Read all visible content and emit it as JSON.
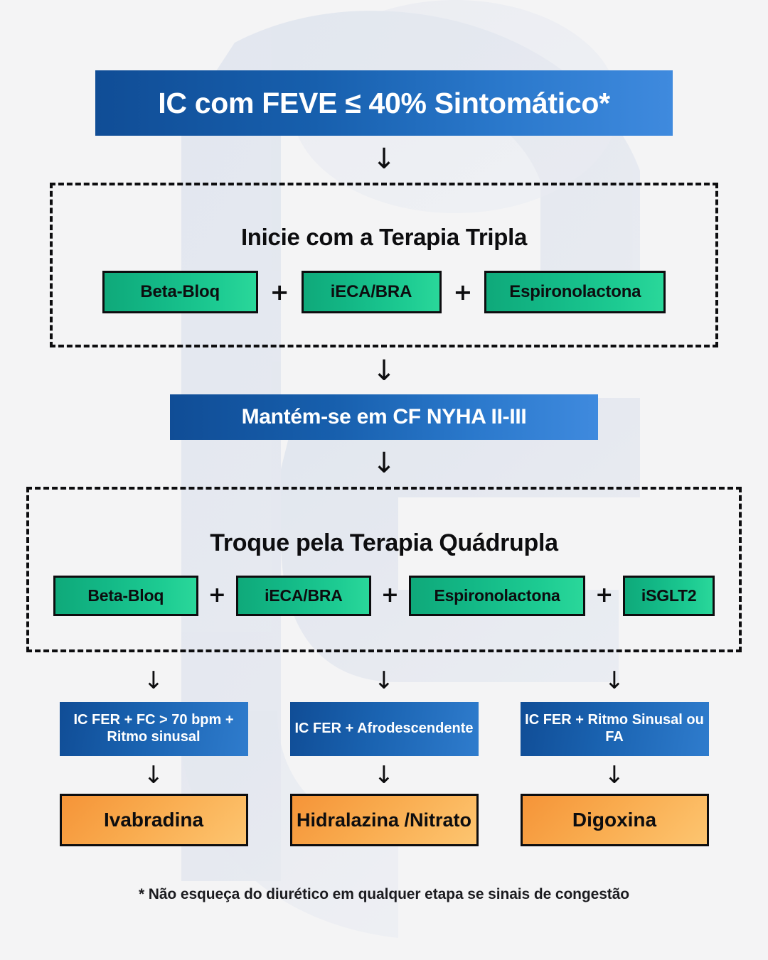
{
  "header": {
    "title": "IC com FEVE ≤ 40% Sintomático*"
  },
  "arrows": {
    "down": "↓"
  },
  "separators": {
    "plus": "+"
  },
  "triple_therapy": {
    "heading": "Inicie com a Terapia Tripla",
    "drugs": [
      {
        "label": "Beta-Bloq"
      },
      {
        "label": "iECA/BRA"
      },
      {
        "label": "Espironolactona"
      }
    ]
  },
  "nyha": {
    "label": "Mantém-se em CF NYHA II-III"
  },
  "quadruple_therapy": {
    "heading": "Troque pela Terapia Quádrupla",
    "drugs": [
      {
        "label": "Beta-Bloq"
      },
      {
        "label": "iECA/BRA"
      },
      {
        "label": "Espironolactona"
      },
      {
        "label": "iSGLT2"
      }
    ]
  },
  "branches": [
    {
      "condition": "IC FER + FC > 70 bpm + Ritmo sinusal",
      "drug": "Ivabradina"
    },
    {
      "condition": "IC FER + Afrodescendente",
      "drug": "Hidralazina /Nitrato"
    },
    {
      "condition": "IC FER + Ritmo Sinusal ou FA",
      "drug": "Digoxina"
    }
  ],
  "footnote": {
    "text": "* Não esqueça do diurético em qualquer etapa se sinais de congestão"
  },
  "colors": {
    "background": "#f4f4f5",
    "banner_blue_dark": "#104d96",
    "banner_blue_light": "#3f8ade",
    "drug_green_dark": "#0fa97a",
    "drug_green_light": "#2ad79a",
    "drug_orange_dark": "#f59438",
    "drug_orange_light": "#fdc570",
    "outline_black": "#0d0d0f",
    "text_white": "#ffffff"
  }
}
